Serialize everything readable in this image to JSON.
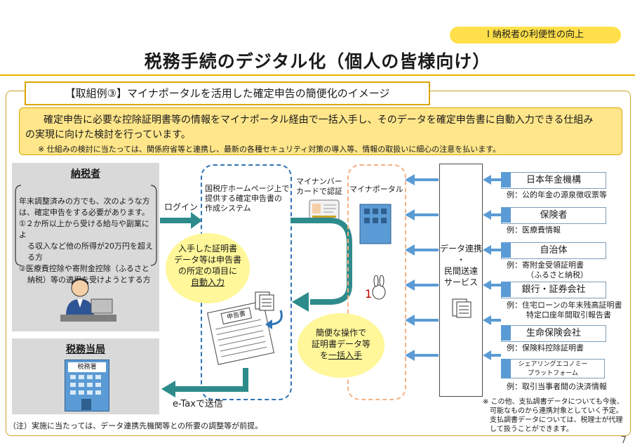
{
  "section_tag": "Ⅰ 納税者の利便性の向上",
  "title": "税務手続のデジタル化（個人の皆様向け）",
  "initiative": "【取組例③】マイナポータルを活用した確定申告の簡便化のイメージ",
  "summary": {
    "line1": "確定申告に必要な控除証明書等の情報をマイナポータル経由で一括入手し、そのデータを確定申告書に自動入力できる仕組み",
    "line2": "の実現に向けた検討を行っています。",
    "line3": "※ 仕組みの検討に当たっては、関係府省等と連携し、最新の各種セキュリティ対策の導入等、情報の取扱いに細心の注意を払います。"
  },
  "taxpayer": {
    "title": "納税者",
    "text_l1": "年末調整済みの方でも、次のような方",
    "text_l2": "は、確定申告をする必要があります。",
    "text_l3": "①２か所以上から受ける給与や副業によ",
    "text_l4": "る収入など他の所得が20万円を超え",
    "text_l5": "る方",
    "text_l6": "②医療費控除や寄附金控除（ふるさと",
    "text_l7": "納税）等の適用を受けようとする方"
  },
  "tax_office": {
    "title": "税務当局",
    "building_label": "税務署"
  },
  "login_label": "ログイン",
  "etax_label": "e-Taxで送信",
  "nta_system": {
    "l1": "国税庁ホームページ上で",
    "l2": "提供する確定申告書の",
    "l3": "作成システム"
  },
  "return_form_label": "申告書",
  "bubble_auto": {
    "l1": "入手した証明書",
    "l2": "データ等は申告書",
    "l3": "の所定の項目に",
    "l4": "自動入力"
  },
  "mynumber_card": {
    "l1": "マイナンバー",
    "l2": "カードで認証"
  },
  "myna_portal": "マイナポータル",
  "bubble_bulk": {
    "l1": "簡便な操作で",
    "l2": "証明書データ等",
    "l3": "を",
    "l4": "一括入手"
  },
  "data_service": {
    "l1": "データ連携",
    "l2": "・",
    "l3": "民間送達",
    "l4": "サービス"
  },
  "orgs": [
    {
      "name": "日本年金機構",
      "example": "例：公的年金の源泉徴収票等"
    },
    {
      "name": "保険者",
      "example": "例：医療費情報"
    },
    {
      "name": "自治体",
      "example_l1": "例：寄附金受領証明書",
      "example_l2": "（ふるさと納税）"
    },
    {
      "name": "銀行・証券会社",
      "example_l1": "例：住宅ローンの年末残高証明書",
      "example_l2": "特定口座年間取引報告書"
    },
    {
      "name": "生命保険会社",
      "example": "例：保険料控除証明書"
    },
    {
      "name_l1": "シェアリングエコノミー",
      "name_l2": "プラットフォーム",
      "example": "例：取引当事者間の決済情報"
    }
  ],
  "note_right": {
    "l1": "※ この他、支払調書データについても今後、",
    "l2": "可能なものから連携対象としていく予定。",
    "l3": "支払調書データについては、税理士が代理",
    "l4": "して扱うことができます。"
  },
  "footnote": "（注）実施に当たっては、データ連携先機関等との所要の調整等が前提。",
  "page_number": "7",
  "colors": {
    "accent": "#2e8b8b",
    "gold": "#e8b400",
    "blue": "#5b9bd5",
    "bubble": "#fff799"
  }
}
